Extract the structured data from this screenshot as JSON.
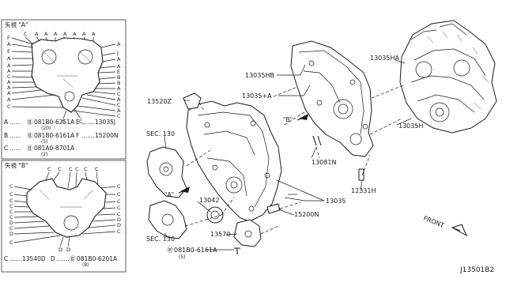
{
  "view_a": {
    "title": "矢視 \"A\"",
    "top_letters": [
      "C",
      "A",
      "A",
      "A",
      "A",
      "A",
      "A",
      "A"
    ],
    "left_letters": [
      "F",
      "A",
      "E",
      "A",
      "A",
      "A",
      "C",
      "A",
      "A",
      "A",
      "A",
      "C"
    ],
    "right_letters": [
      "A",
      "J",
      "A",
      "A",
      "E",
      "B",
      "B",
      "A",
      "C",
      "A",
      "C",
      "A",
      "C"
    ],
    "bottom_letters": [
      "C",
      "C"
    ]
  },
  "view_a_legend": [
    {
      "key": "A",
      "dots": "......",
      "bolt_symbol": "Ⓑ",
      "part": "081B0-6251A",
      "qty": "(20)"
    },
    {
      "key": "B",
      "dots": "......",
      "bolt_symbol": "Ⓑ",
      "part": "081B0-6161A",
      "qty": "(5)"
    },
    {
      "key": "C",
      "dots": "......",
      "bolt_symbol": "Ⓑ",
      "part": "081A0-8701A",
      "qty": "(2)"
    },
    {
      "key": "E",
      "dots": ".......",
      "part": "13035J"
    },
    {
      "key": "F",
      "dots": ".......",
      "part": "15200N"
    }
  ],
  "view_b": {
    "title": "矢視 \"B\"",
    "top_letters": [
      "C",
      "C",
      "C",
      "C",
      "C",
      "C"
    ],
    "left_letters": [
      "C",
      "C",
      "C",
      "C",
      "C",
      "C",
      "D",
      "C",
      "D",
      "C"
    ],
    "right_letters": [
      "C",
      "C",
      "C",
      "C",
      "C",
      "D",
      "D",
      "C"
    ],
    "bottom_letters": [
      "D",
      "D"
    ]
  },
  "view_b_legend": [
    {
      "key": "C",
      "dots": ".......",
      "part": "13540D"
    },
    {
      "key": "D",
      "dots": ".......",
      "bolt_symbol": "Ⓑ",
      "part": "081B0-6201A",
      "qty": "(8)"
    }
  ],
  "callouts": {
    "p13035hb": "13035HB",
    "p13035a": "13035+A",
    "p13035ha": "13035HA",
    "p13520z": "13520Z",
    "p13035h": "13035H",
    "p13081n": "13081N",
    "sec130_top": "SEC. 130",
    "sec130_bottom": "SEC. 130",
    "p13042": "13042",
    "p13035": "13035",
    "p15200n": "15200N",
    "p12331h": "12331H",
    "p13570": "13570",
    "bolt_symbol": "Ⓑ",
    "bolt_part": "081B0-6161A",
    "bolt_qty": "(5)",
    "arrow_a": "\"A\"",
    "arrow_b": "\"B\"",
    "front": "FRONT"
  },
  "diagram_ref": "J13501B2"
}
